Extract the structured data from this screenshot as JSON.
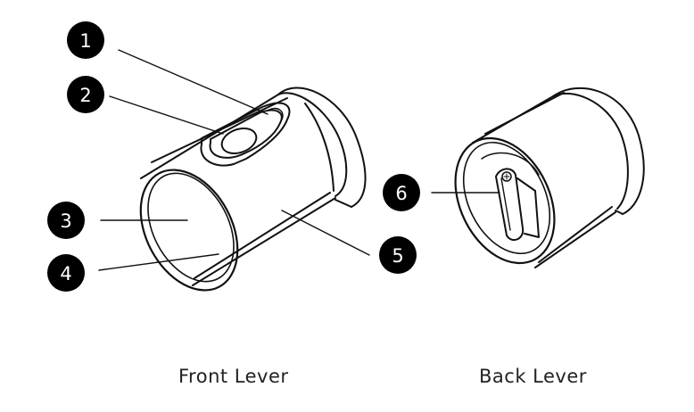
{
  "diagram": {
    "callouts": [
      {
        "id": "1",
        "label": "1"
      },
      {
        "id": "2",
        "label": "2"
      },
      {
        "id": "3",
        "label": "3"
      },
      {
        "id": "4",
        "label": "4"
      },
      {
        "id": "5",
        "label": "5"
      },
      {
        "id": "6",
        "label": "6"
      }
    ],
    "captions": {
      "front": "Front Lever",
      "back": "Back Lever"
    },
    "colors": {
      "outline": "#111111",
      "callout_fill": "#000000",
      "callout_text": "#ffffff",
      "background": "#ffffff"
    }
  }
}
